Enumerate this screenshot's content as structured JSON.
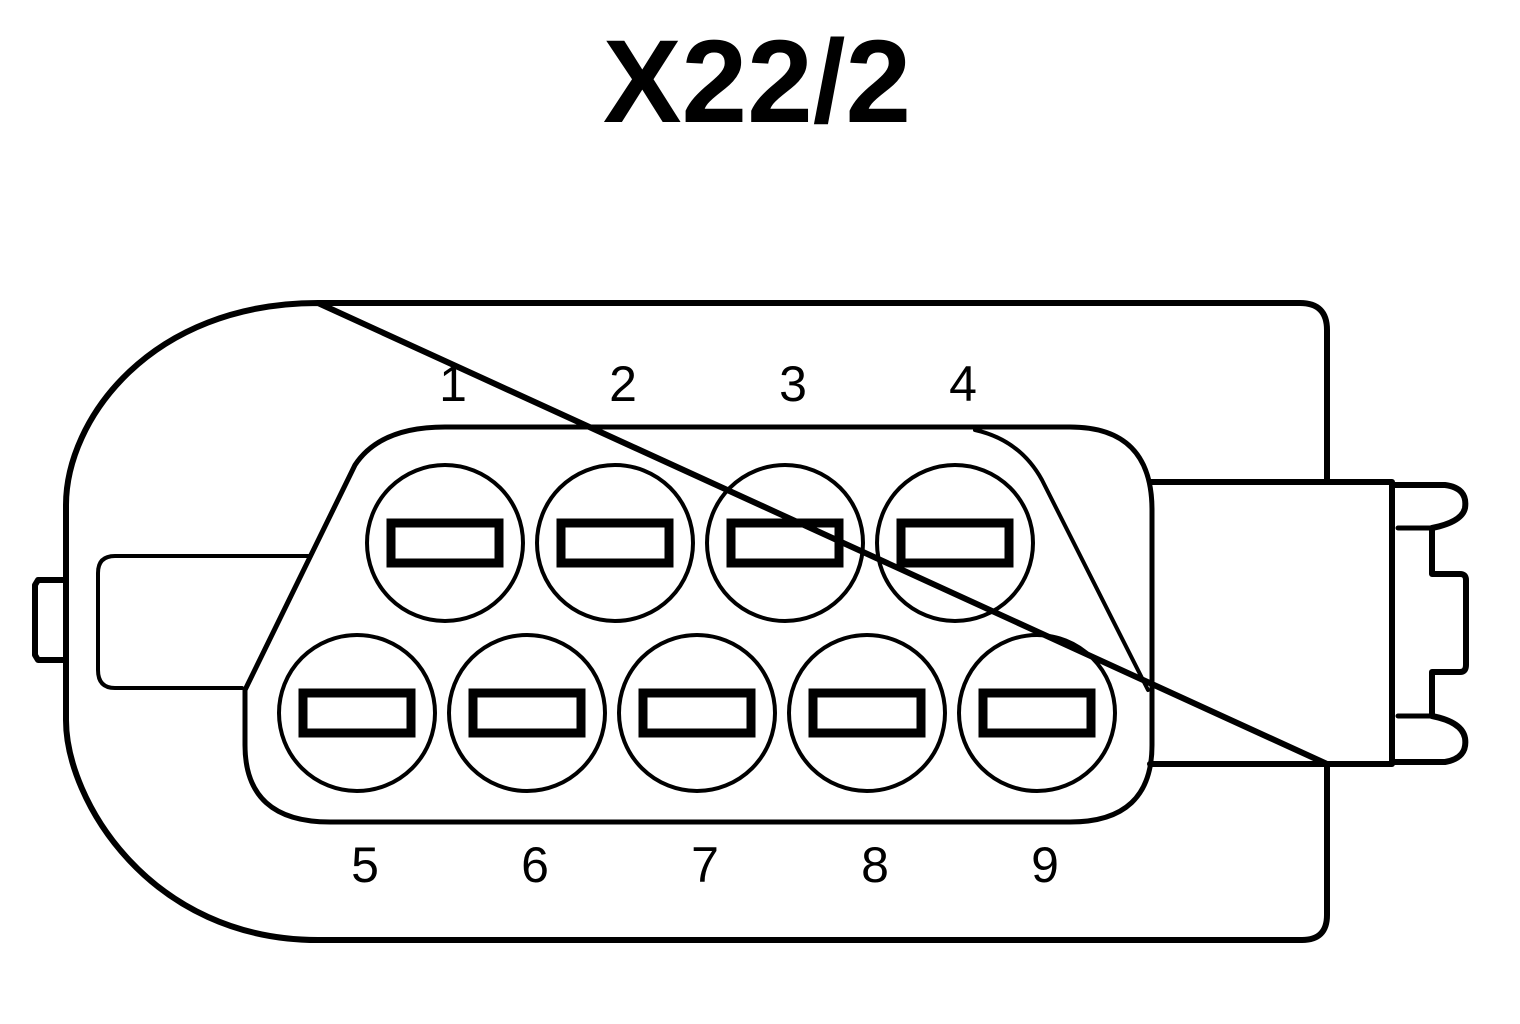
{
  "connector": {
    "title": "X22/2",
    "stroke_color": "#000000",
    "background_color": "#ffffff",
    "pins_top": [
      {
        "label": "1"
      },
      {
        "label": "2"
      },
      {
        "label": "3"
      },
      {
        "label": "4"
      }
    ],
    "pins_bottom": [
      {
        "label": "5"
      },
      {
        "label": "6"
      },
      {
        "label": "7"
      },
      {
        "label": "8"
      },
      {
        "label": "9"
      }
    ]
  }
}
